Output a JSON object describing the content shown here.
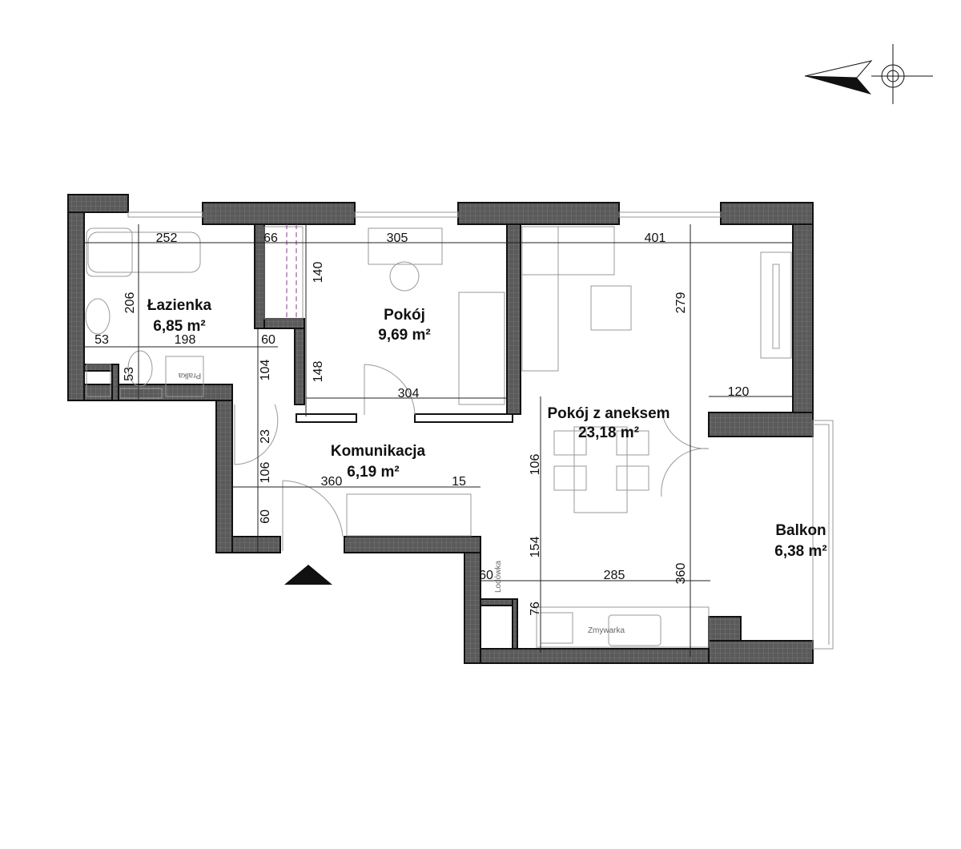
{
  "plan": {
    "rooms": [
      {
        "name": "Łazienka",
        "area": "6,85 m²"
      },
      {
        "name": "Pokój",
        "area": "9,69 m²"
      },
      {
        "name": "Komunikacja",
        "area": "6,19 m²"
      },
      {
        "name": "Pokój z aneksem",
        "area": "23,18 m²"
      },
      {
        "name": "Balkon",
        "area": "6,38 m²"
      }
    ],
    "dimensions": [
      "252",
      "66",
      "305",
      "401",
      "206",
      "140",
      "53",
      "198",
      "60",
      "53",
      "104",
      "148",
      "304",
      "23",
      "106",
      "360",
      "15",
      "60",
      "279",
      "120",
      "106",
      "154",
      "360",
      "60",
      "285",
      "76"
    ],
    "appliances": {
      "washer": "Pralka",
      "fridge": "Lodówka",
      "dishwasher": "Zmywarka"
    },
    "colors": {
      "wall": "#5a5a5a",
      "line": "#222222",
      "furniture": "#999999"
    }
  }
}
